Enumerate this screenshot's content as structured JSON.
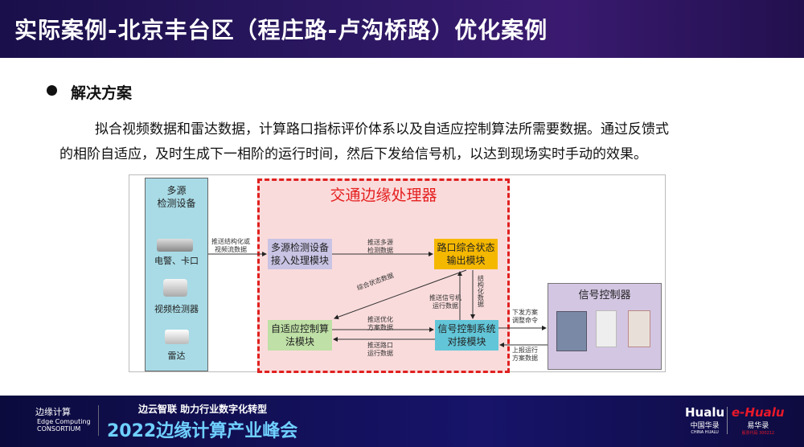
{
  "header": {
    "title": "实际案例-北京丰台区（程庄路-卢沟桥路）优化案例"
  },
  "section": {
    "bullet": "解决方案",
    "paragraph_line1": "拟合视频数据和雷达数据，计算路口指标评价体系以及自适应控制算法所需要数据。通过反馈式",
    "paragraph_line2": "的相阶自适应，及时生成下一相阶的运行时间，然后下发给信号机，以达到现场实时手动的效果。"
  },
  "diagram": {
    "sources": {
      "title1": "多源",
      "title2": "检测设备",
      "items": [
        "电警、卡口",
        "视频检测器",
        "雷达"
      ]
    },
    "edge_title": "交通边缘处理器",
    "modules": {
      "access": "多源检测设备接入处理模块",
      "status": "路口综合状态输出模块",
      "adaptive": "自适应控制算法模块",
      "signal": "信号控制系统对接模块"
    },
    "controller_title": "信号控制器",
    "labels": {
      "push_struct": [
        "推送结构化或",
        "视频流数据"
      ],
      "push_multi": [
        "推送多源",
        "检测数据"
      ],
      "combined": "综合状态数据",
      "push_signal": [
        "推送信号机",
        "运行数据"
      ],
      "struct_data": "结构化数据",
      "push_opt": [
        "推送优化",
        "方案数据"
      ],
      "push_road": [
        "推送路口",
        "运行数据"
      ],
      "issue": [
        "下发方案",
        "调整命令"
      ],
      "report": [
        "上报运行",
        "方案数据"
      ]
    }
  },
  "footer": {
    "logo_cn": "边缘计算",
    "logo_en1": "Edge Computing",
    "logo_en2": "CONSORTIUM",
    "slogan": "边云智联  助力行业数字化转型",
    "event": "2022边缘计算产业峰会",
    "hualu": "Hualu",
    "hualu_cn": "中国华录",
    "hualu_en": "CHINA HUALU",
    "ehualu": "e-Hualu",
    "ehualu_cn": "易华录",
    "ehualu_code": "股票代码 300212"
  }
}
